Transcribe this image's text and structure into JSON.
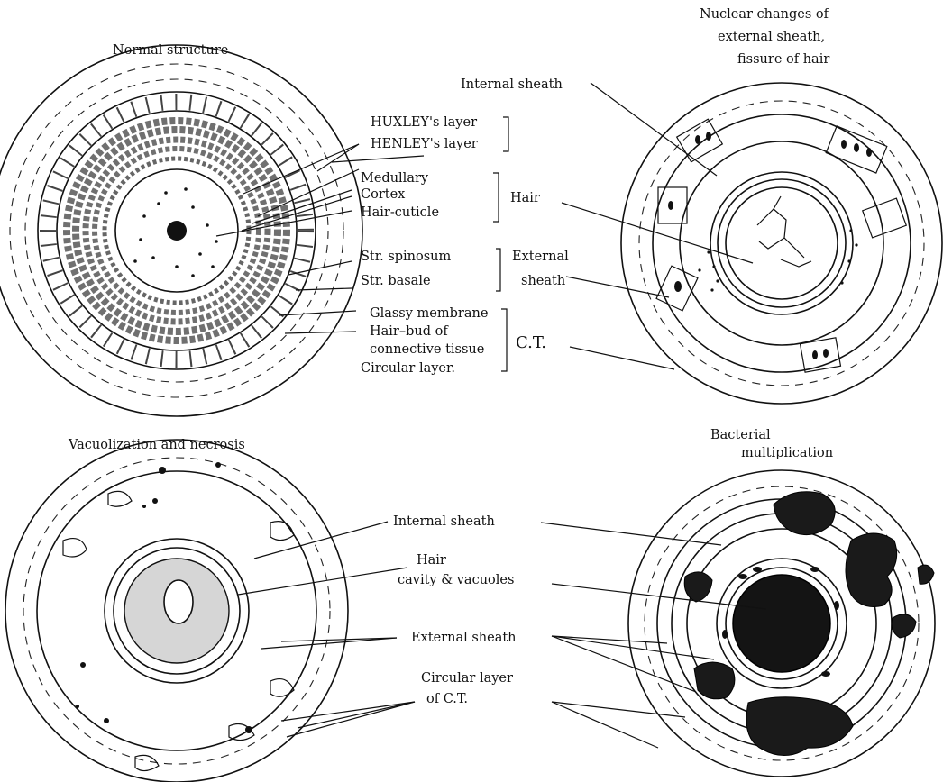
{
  "panels": {
    "normal": {
      "title": "Normal structure",
      "labels": {
        "huxley": "HUXLEY's layer",
        "henley": "HENLEY's layer",
        "medullary": "Medullary",
        "cortex": "Cortex",
        "hair_cuticle": "Hair-cuticle",
        "hair": "Hair",
        "spinosum": "Str.  spinosum",
        "basale": "Str.  basale",
        "external_sheath_1": "External",
        "external_sheath_2": "sheath",
        "glassy": "Glassy membrane",
        "hair_bud": "Hair–bud of",
        "connective": "connective tissue",
        "circular": "Circular layer.",
        "ct": "C.T."
      }
    },
    "nuclear": {
      "title_lines": [
        "Nuclear changes of",
        "external sheath,",
        "fissure of hair"
      ],
      "labels": {
        "internal_sheath": "Internal  sheath"
      }
    },
    "vacuolization": {
      "title": "Vacuolization and necrosis",
      "labels": {
        "internal_sheath": "Internal  sheath",
        "hair": "Hair",
        "cavity": "cavity  &  vacuoles",
        "external_sheath": "External  sheath",
        "circular_1": "Circular  layer",
        "circular_2": "of  C.T."
      }
    },
    "bacterial": {
      "title_lines": [
        "Bacterial",
        "multiplication"
      ]
    }
  }
}
